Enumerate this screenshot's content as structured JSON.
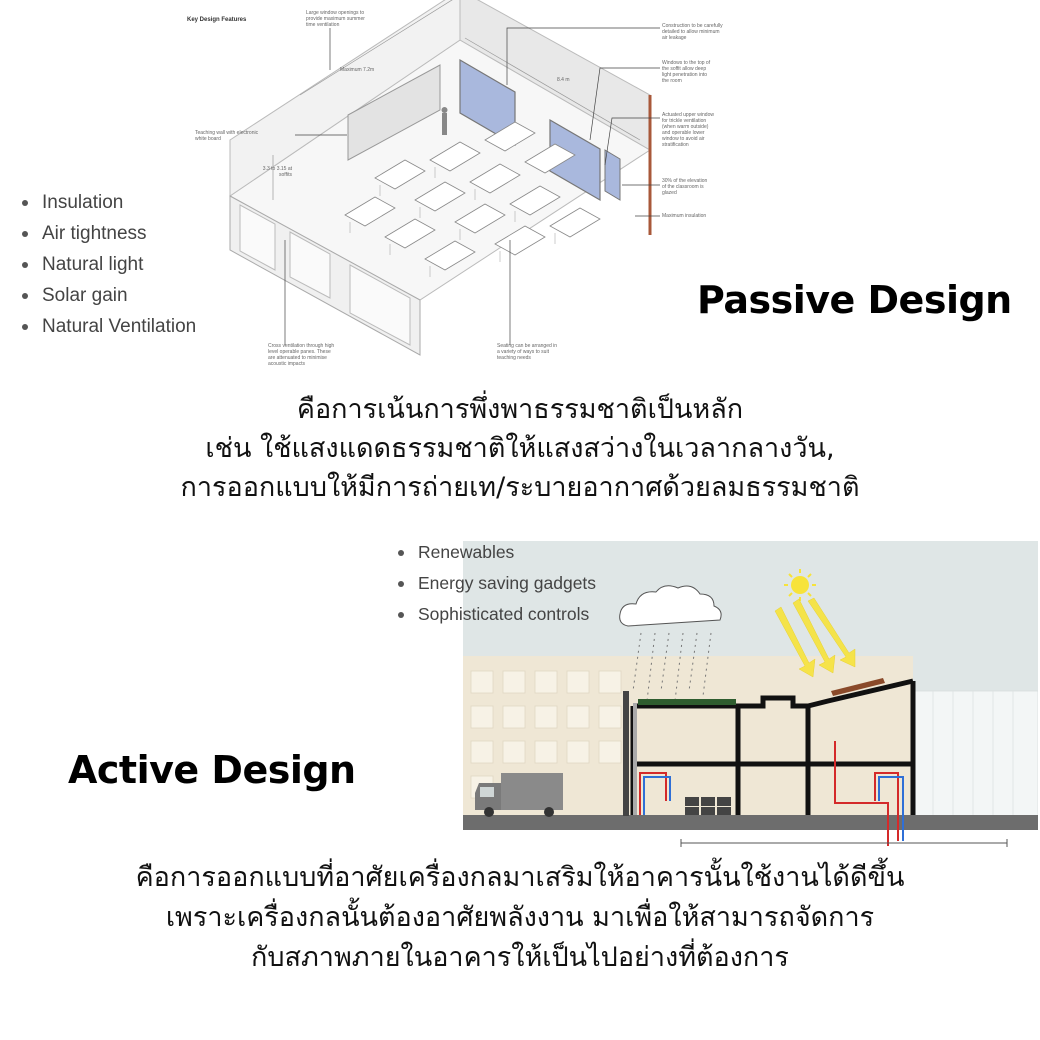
{
  "passive": {
    "diagram_title": "Key Design Features",
    "callouts": {
      "top": "Large window openings to provide maximum summer time ventilation",
      "dim_width": "Maximum 7.2m",
      "dim_depth": "8.4 m",
      "dim_height": "3.3 to 3.15 at soffits",
      "whiteboard": "Teaching wall with electronic white board",
      "cross_vent": "Cross ventilation through high level operable panes. These are attenuated to minimise acoustic impacts",
      "seating": "Seating can be arranged in a variety of ways to suit teaching needs",
      "r1": "Construction to be carefully detailed to allow minimum air leakage",
      "r2": "Windows to the top of the soffit allow deep light penetration into the room",
      "r3": "Actuated upper window for trickle ventilation (when warm outside) and operable lower window to avoid air stratification",
      "r4": "30% of the elevation of the classroom is glazed",
      "r5": "Maximum insulation"
    },
    "bullets": [
      "Insulation",
      "Air tightness",
      "Natural light",
      "Solar gain",
      "Natural Ventilation"
    ],
    "title": "Passive Design",
    "description": [
      "คือการเน้นการพึ่งพาธรรมชาติเป็นหลัก",
      "เช่น ใช้แสงแดดธรรมชาติให้แสงสว่างในเวลากลางวัน,",
      "การออกแบบให้มีการถ่ายเท/ระบายอากาศด้วยลมธรรมชาติ"
    ]
  },
  "active": {
    "bullets": [
      "Renewables",
      "Energy saving gadgets",
      "Sophisticated controls"
    ],
    "title": "Active Design",
    "description": [
      "คือการออกแบบที่อาศัยเครื่องกลมาเสริมให้อาคารนั้นใช้งานได้ดีขึ้น",
      "เพราะเครื่องกลนั้นต้องอาศัยพลังงาน มาเพื่อให้สามารถจัดการ",
      "กับสภาพภายในอาคารให้เป็นไปอย่างที่ต้องการ"
    ]
  },
  "colors": {
    "sky": "#dfe6e6",
    "building": "#efe7d5",
    "ground": "#6d6d6d",
    "sun": "#f7e33a",
    "water_red": "#d42a2a",
    "water_blue": "#2f6fd6"
  }
}
